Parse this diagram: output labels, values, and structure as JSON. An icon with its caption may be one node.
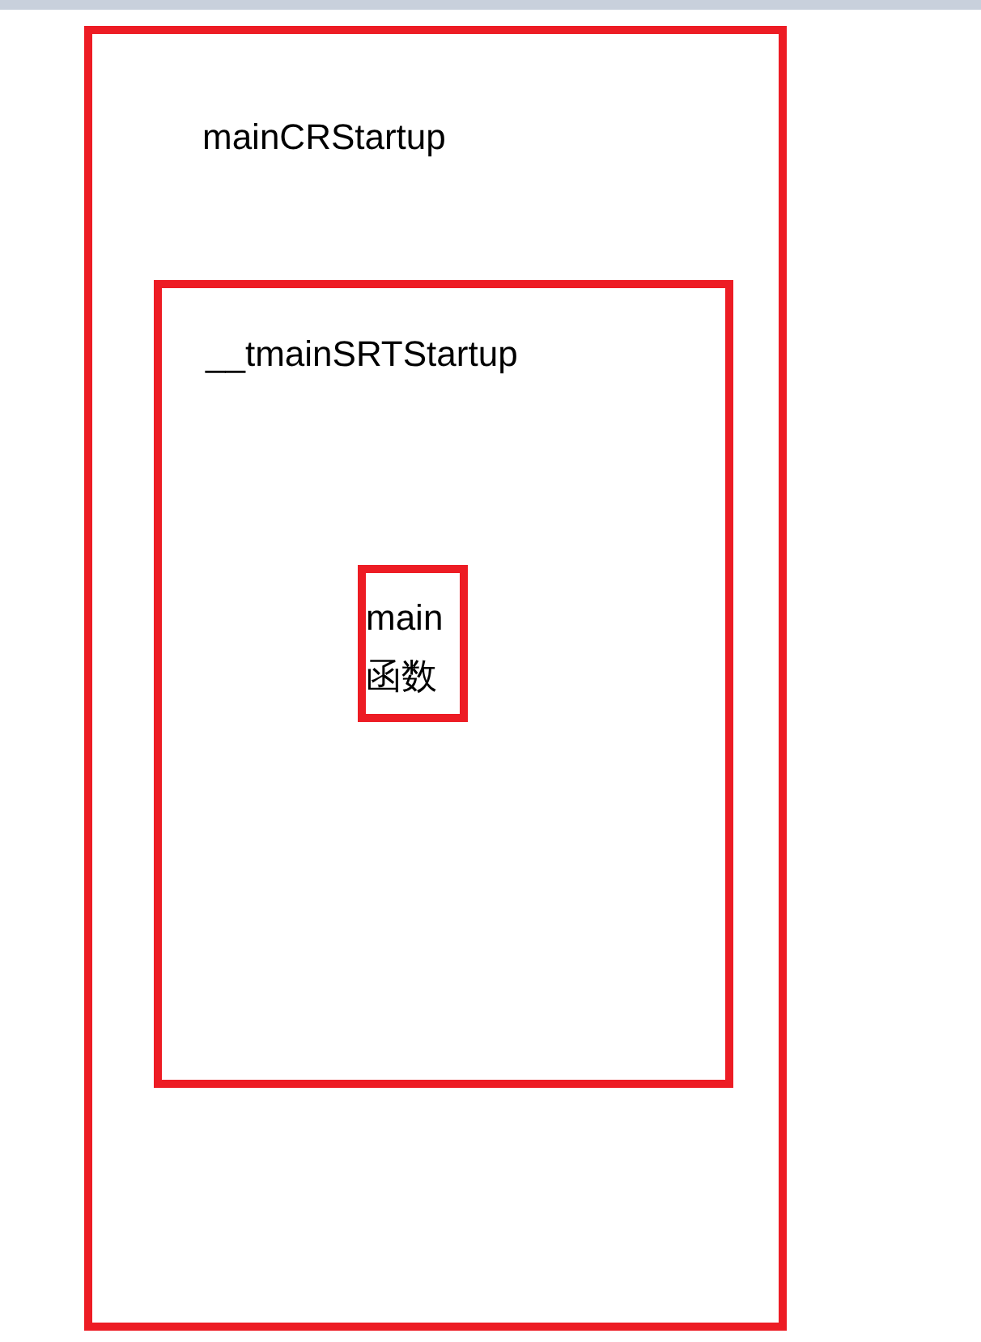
{
  "diagram": {
    "nodes": [
      {
        "text": [
          "mainCRStartup"
        ]
      },
      {
        "text": [
          "__tmainSRTStartup"
        ],
        "in": 0
      },
      {
        "text": [
          "main函数"
        ],
        "in": 1
      }
    ]
  }
}
